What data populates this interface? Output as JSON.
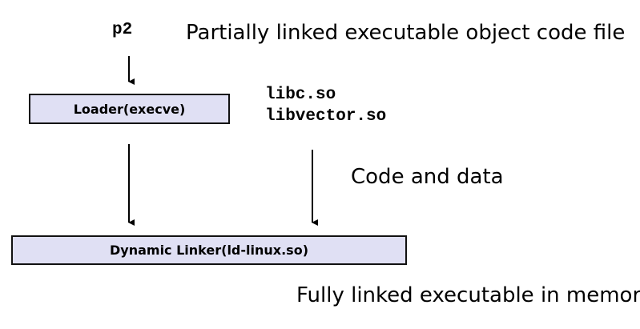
{
  "nodes": {
    "input_file": "p2",
    "loader": "Loader(execve)",
    "libraries": [
      "libc.so",
      "libvector.so"
    ],
    "dynamic_linker": "Dynamic Linker(ld-linux.so)"
  },
  "captions": {
    "top": "Partially linked executable object code file",
    "middle": "Code and data",
    "bottom": "Fully linked executable in memory"
  },
  "colors": {
    "box_fill": "#e0e0f4",
    "box_border": "#111111",
    "arrow": "#000000"
  }
}
